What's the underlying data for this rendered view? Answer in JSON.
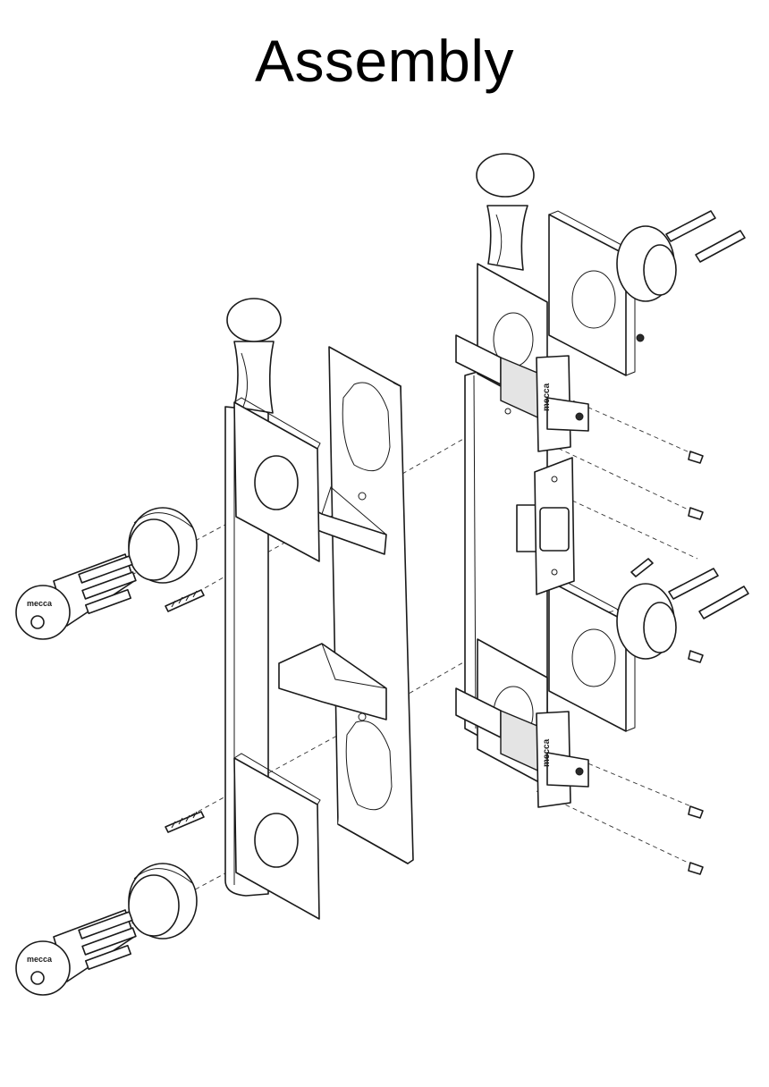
{
  "title": "Assembly",
  "brand_marks": [
    "mecca",
    "mecca",
    "mecca",
    "mecca"
  ]
}
